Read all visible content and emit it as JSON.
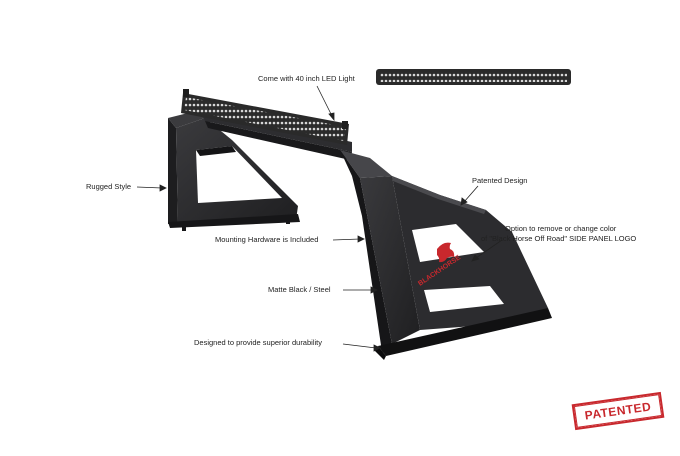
{
  "colors": {
    "frame": "#2a2a2c",
    "frame_light": "#3a3a3d",
    "accent_logo": "#c8282d",
    "stamp": "#c8282d"
  },
  "callouts": {
    "led_light": "Come with 40 inch LED Light",
    "rugged_style": "Rugged Style",
    "patented_design": "Patented Design",
    "option_line1": "Option to remove or change color",
    "option_line2": "of \"Black Horse Off Road\" SIDE PANEL LOGO",
    "mounting_hardware": "Mounting Hardware is Included",
    "matte_black": "Matte Black / Steel",
    "durability": "Designed to provide superior durability"
  },
  "side_panel_logo": "BLACKHORSE",
  "stamp_text": "PATENTED"
}
